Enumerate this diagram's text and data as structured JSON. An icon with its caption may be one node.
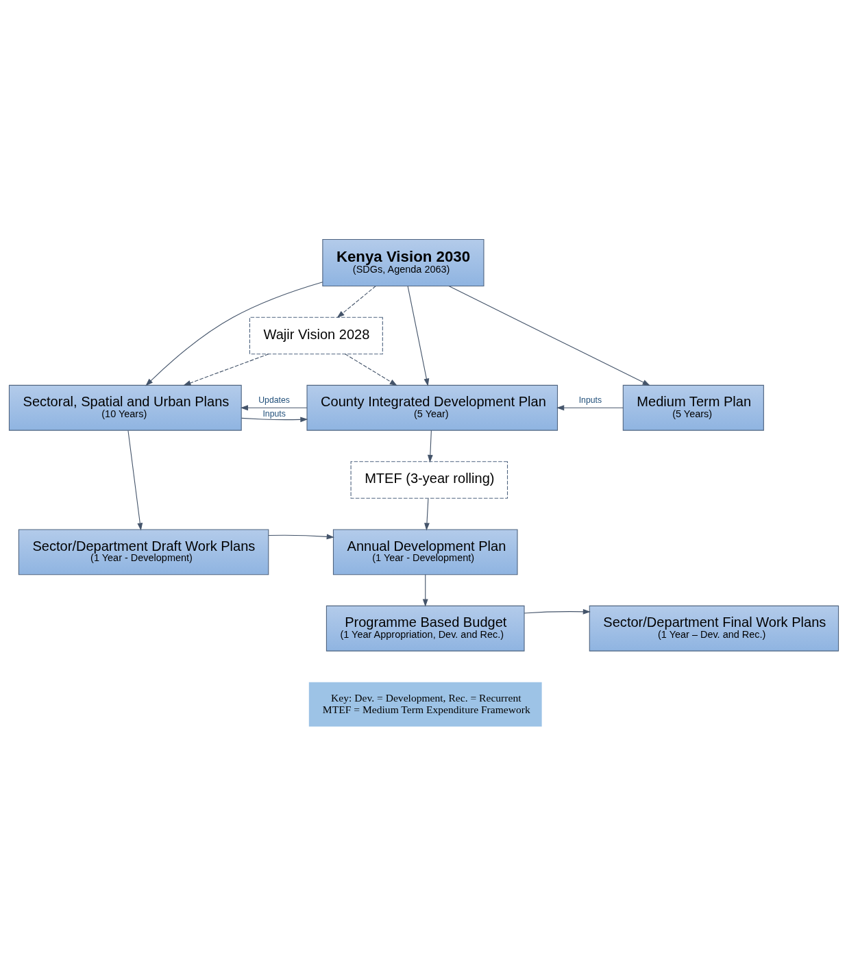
{
  "diagram": {
    "nodes": [
      {
        "text": [
          "Kenya Vision 2030",
          "(SDGs, Agenda 2063)"
        ]
      },
      {
        "text": [
          "Wajir Vision 2028"
        ]
      },
      {
        "text": [
          "Sectoral, Spatial and Urban Plans",
          "(10 Years)"
        ]
      },
      {
        "text": [
          "County Integrated Development Plan",
          "(5 Year)"
        ]
      },
      {
        "text": [
          "Medium Term Plan",
          "(5 Years)"
        ]
      },
      {
        "text": [
          "MTEF (3-year rolling)"
        ]
      },
      {
        "text": [
          "Sector/Department Draft Work Plans",
          "(1 Year - Development)"
        ]
      },
      {
        "text": [
          "Annual Development Plan",
          "(1 Year - Development)"
        ]
      },
      {
        "text": [
          "Sector/Department Final Work Plans",
          "(1 Year – Dev. and Rec.)"
        ]
      },
      {
        "text": [
          "Programme Based Budget",
          "(1 Year Appropriation, Dev. and Rec.)"
        ]
      }
    ],
    "edges": [
      {
        "from": 0,
        "to": 1,
        "arrow": "to",
        "style": "dashed"
      },
      {
        "from": 0,
        "to": 2,
        "arrow": "to"
      },
      {
        "from": 0,
        "to": 3,
        "arrow": "to"
      },
      {
        "from": 0,
        "to": 4,
        "arrow": "to"
      },
      {
        "from": 1,
        "to": 2,
        "arrow": "to",
        "style": "dashed"
      },
      {
        "from": 1,
        "to": 3,
        "arrow": "to",
        "style": "dashed"
      },
      {
        "from": 2,
        "to": 3,
        "arrow": "to",
        "label": "Inputs"
      },
      {
        "from": 3,
        "to": 2,
        "arrow": "to",
        "label": "Updates"
      },
      {
        "from": 4,
        "to": 3,
        "arrow": "to",
        "label": "Inputs"
      },
      {
        "from": 3,
        "to": 5,
        "arrow": "to"
      },
      {
        "from": 5,
        "to": 7,
        "arrow": "to"
      },
      {
        "from": 2,
        "to": 6,
        "arrow": "to"
      },
      {
        "from": 6,
        "to": 7,
        "arrow": "to"
      },
      {
        "from": 7,
        "to": 9,
        "arrow": "to"
      },
      {
        "from": 9,
        "to": 8,
        "arrow": "to"
      }
    ],
    "labels": [
      "Key: Dev. = Development, Rec. = Recurrent",
      "MTEF = Medium Term Expenditure Framework"
    ]
  }
}
